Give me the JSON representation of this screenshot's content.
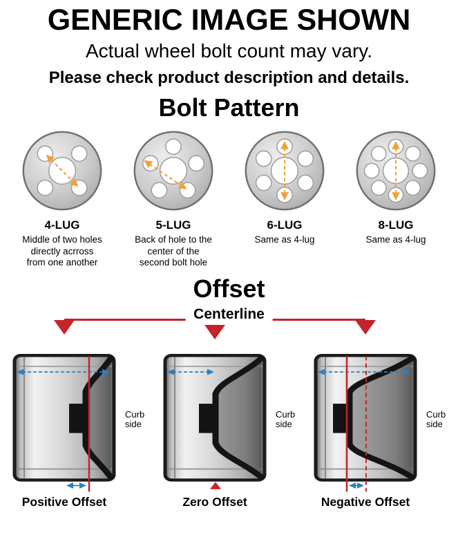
{
  "header": {
    "title": "GENERIC IMAGE SHOWN",
    "subtitle": "Actual wheel bolt count may vary.",
    "note": "Please check product description and details."
  },
  "bolt_pattern": {
    "heading": "Bolt Pattern",
    "patterns": [
      {
        "label": "4-LUG",
        "holes": 4,
        "description": "Middle of two holes directly acrross from one another"
      },
      {
        "label": "5-LUG",
        "holes": 5,
        "description": "Back of hole to the center of the second bolt hole"
      },
      {
        "label": "6-LUG",
        "holes": 6,
        "description": "Same as 4-lug"
      },
      {
        "label": "8-LUG",
        "holes": 8,
        "description": "Same as 4-lug"
      }
    ]
  },
  "offset": {
    "heading": "Offset",
    "centerline_label": "Centerline",
    "diagrams": [
      {
        "type": "positive",
        "label": "Positive Offset",
        "curb_label": "Curb side"
      },
      {
        "type": "zero",
        "label": "Zero Offset",
        "curb_label": "Curb side"
      },
      {
        "type": "negative",
        "label": "Negative Offset",
        "curb_label": "Curb side"
      }
    ]
  },
  "colors": {
    "accent_red": "#c4232a",
    "measure_blue": "#2e7fc0",
    "measure_orange": "#f2a13a",
    "disc_gray": "#cacaca"
  }
}
